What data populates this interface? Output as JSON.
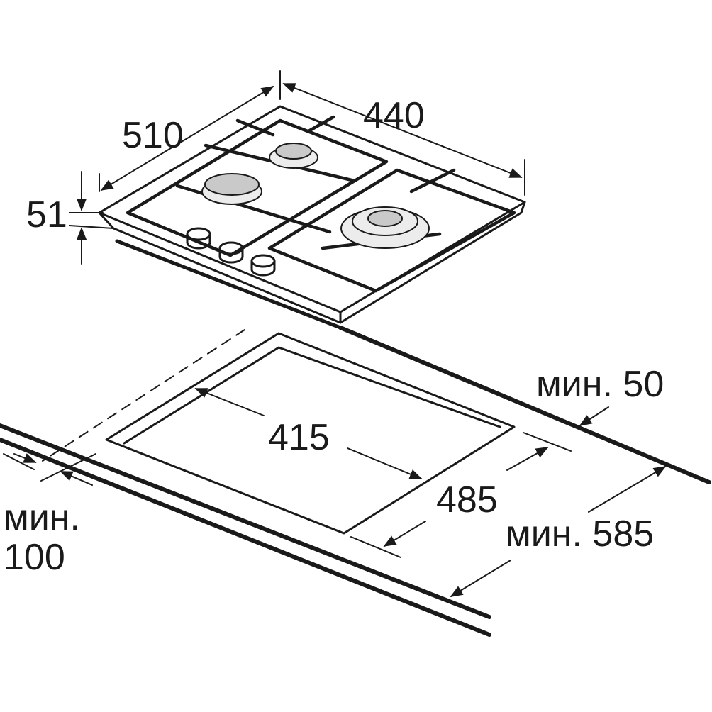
{
  "dimensions": {
    "hob_depth": "510",
    "hob_width": "440",
    "hob_height": "51",
    "cutout_width": "415",
    "cutout_depth": "485",
    "min_back": "мин. 50",
    "min_worktop": "мин. 585",
    "min_front_line1": "мин.",
    "min_front_line2": "100"
  },
  "colors": {
    "line": "#1a1a1a",
    "burner_cap": "#c9c9c9",
    "background": "#ffffff"
  }
}
